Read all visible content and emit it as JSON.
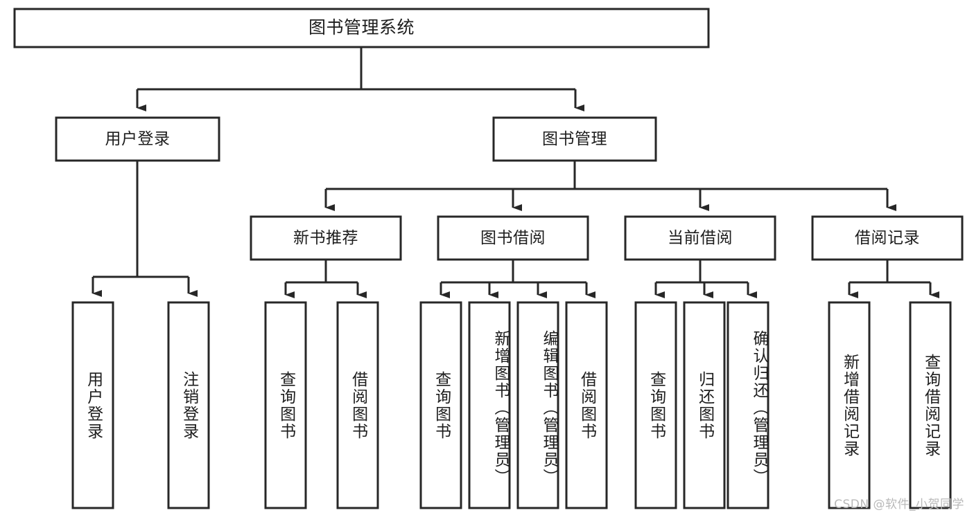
{
  "diagram": {
    "title": "图书管理系统",
    "type": "hierarchy-tree",
    "watermark": "CSDN @软件_小贺同学",
    "colors": {
      "box_stroke": "#272727",
      "box_fill": "#ffffff",
      "text": "#1d1d1d",
      "background": "#ffffff",
      "watermark": "#b9b9b9"
    },
    "levels": {
      "root": {
        "label": "图书管理系统"
      },
      "level2": [
        {
          "id": "user-login",
          "label": "用户登录"
        },
        {
          "id": "book-management",
          "label": "图书管理"
        }
      ],
      "level3": [
        {
          "id": "new-book-recommend",
          "label": "新书推荐"
        },
        {
          "id": "book-borrow",
          "label": "图书借阅"
        },
        {
          "id": "current-borrow",
          "label": "当前借阅"
        },
        {
          "id": "borrow-record",
          "label": "借阅记录"
        }
      ],
      "leaves": {
        "user_login": [
          {
            "id": "leaf-user-login",
            "label": "用户登录"
          },
          {
            "id": "leaf-logout-login",
            "label": "注销登录"
          }
        ],
        "new_book_recommend": [
          {
            "id": "leaf-query-book-1",
            "label": "查询图书"
          },
          {
            "id": "leaf-borrow-book-1",
            "label": "借阅图书"
          }
        ],
        "book_borrow": [
          {
            "id": "leaf-query-book-2",
            "label": "查询图书"
          },
          {
            "id": "leaf-add-book",
            "label": "新增图书（管理员）"
          },
          {
            "id": "leaf-edit-book",
            "label": "编辑图书（管理员）"
          },
          {
            "id": "leaf-borrow-book-2",
            "label": "借阅图书"
          }
        ],
        "current_borrow": [
          {
            "id": "leaf-query-book-3",
            "label": "查询图书"
          },
          {
            "id": "leaf-return-book",
            "label": "归还图书"
          },
          {
            "id": "leaf-confirm-return",
            "label": "确认归还（管理员）"
          }
        ],
        "borrow_record": [
          {
            "id": "leaf-add-record",
            "label": "新增借阅记录"
          },
          {
            "id": "leaf-query-record",
            "label": "查询借阅记录"
          }
        ]
      }
    }
  }
}
